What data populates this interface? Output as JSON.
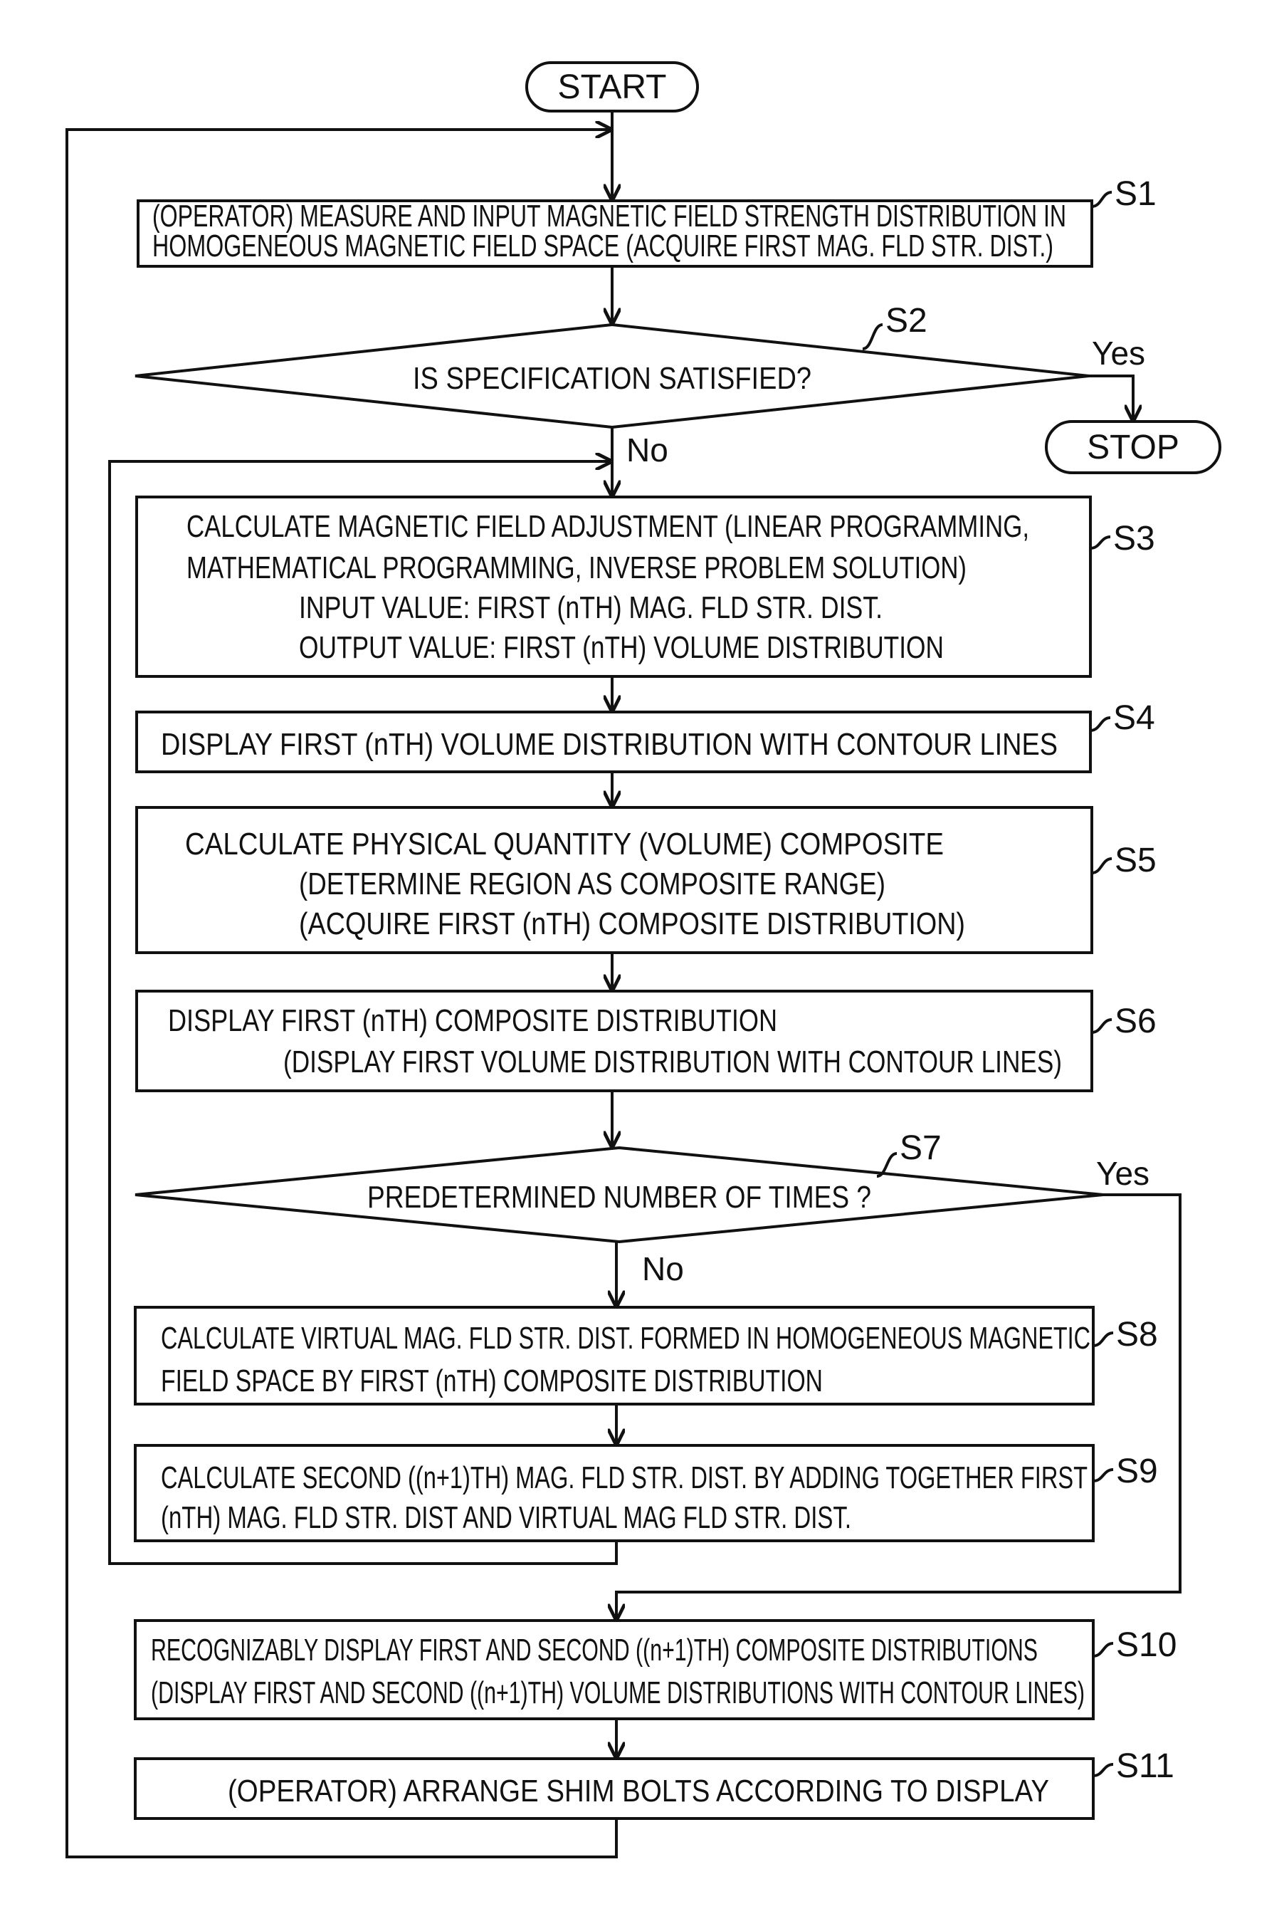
{
  "flowchart": {
    "start": "START",
    "stop": "STOP",
    "yes": "Yes",
    "no": "No",
    "steps": {
      "s1": {
        "label": "S1",
        "lines": [
          "(OPERATOR) MEASURE AND INPUT MAGNETIC FIELD STRENGTH DISTRIBUTION IN",
          "HOMOGENEOUS MAGNETIC FIELD SPACE (ACQUIRE FIRST MAG. FLD STR. DIST.)"
        ]
      },
      "s2": {
        "label": "S2",
        "lines": [
          "IS SPECIFICATION SATISFIED?"
        ]
      },
      "s3": {
        "label": "S3",
        "lines": [
          "CALCULATE MAGNETIC FIELD ADJUSTMENT (LINEAR PROGRAMMING,",
          "MATHEMATICAL PROGRAMMING, INVERSE PROBLEM SOLUTION)",
          "INPUT VALUE: FIRST (nTH) MAG. FLD STR. DIST.",
          "OUTPUT VALUE: FIRST (nTH) VOLUME DISTRIBUTION"
        ]
      },
      "s4": {
        "label": "S4",
        "lines": [
          "DISPLAY FIRST (nTH) VOLUME DISTRIBUTION WITH CONTOUR LINES"
        ]
      },
      "s5": {
        "label": "S5",
        "lines": [
          "CALCULATE PHYSICAL QUANTITY (VOLUME) COMPOSITE",
          "(DETERMINE REGION AS COMPOSITE RANGE)",
          "(ACQUIRE FIRST (nTH) COMPOSITE DISTRIBUTION)"
        ]
      },
      "s6": {
        "label": "S6",
        "lines": [
          "DISPLAY FIRST (nTH) COMPOSITE DISTRIBUTION",
          "(DISPLAY FIRST VOLUME DISTRIBUTION WITH CONTOUR LINES)"
        ]
      },
      "s7": {
        "label": "S7",
        "lines": [
          "PREDETERMINED NUMBER OF TIMES ?"
        ]
      },
      "s8": {
        "label": "S8",
        "lines": [
          "CALCULATE VIRTUAL MAG. FLD STR. DIST. FORMED IN HOMOGENEOUS MAGNETIC",
          "FIELD SPACE BY FIRST (nTH) COMPOSITE DISTRIBUTION"
        ]
      },
      "s9": {
        "label": "S9",
        "lines": [
          "CALCULATE SECOND ((n+1)TH) MAG. FLD STR. DIST. BY ADDING TOGETHER FIRST",
          "(nTH) MAG. FLD STR. DIST AND VIRTUAL MAG FLD STR. DIST."
        ]
      },
      "s10": {
        "label": "S10",
        "lines": [
          "RECOGNIZABLY DISPLAY FIRST AND SECOND ((n+1)TH) COMPOSITE DISTRIBUTIONS",
          "(DISPLAY FIRST AND SECOND ((n+1)TH) VOLUME DISTRIBUTIONS WITH CONTOUR LINES)"
        ]
      },
      "s11": {
        "label": "S11",
        "lines": [
          "(OPERATOR) ARRANGE SHIM BOLTS ACCORDING TO DISPLAY"
        ]
      }
    }
  }
}
